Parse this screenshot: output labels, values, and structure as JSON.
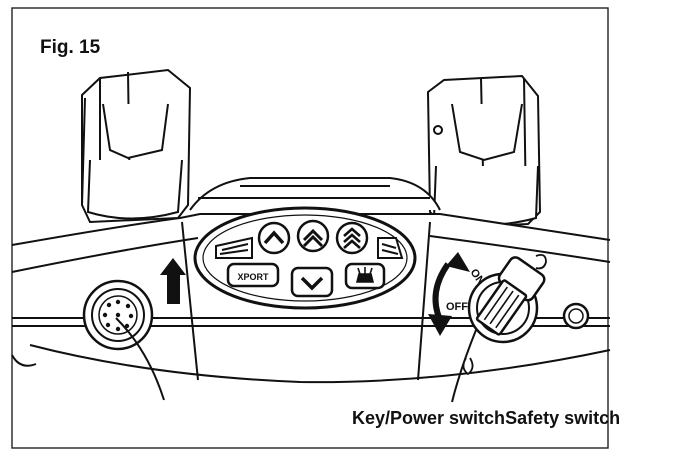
{
  "figure": {
    "label": "Fig. 15"
  },
  "switch": {
    "on": "ON",
    "off": "OFF"
  },
  "panel": {
    "xport_label": "XPORT"
  },
  "callouts": {
    "key_power_switch": "Key/Power switch",
    "safety_switch": "Safety switch"
  },
  "colors": {
    "line": "#111111",
    "fill": "#ffffff"
  }
}
